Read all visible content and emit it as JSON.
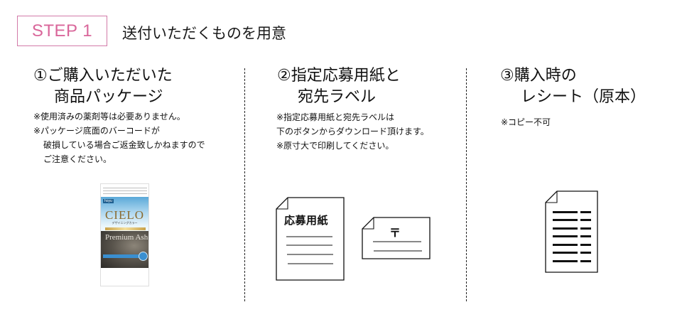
{
  "header": {
    "step_label": "STEP 1",
    "title": "送付いただくものを用意",
    "accent_color": "#d9669a"
  },
  "columns": [
    {
      "heading_line1": "①ご購入いただいた",
      "heading_line2": "商品パッケージ",
      "notes": [
        "※使用済みの薬剤等は必要ありません。",
        "※パッケージ底面のバーコードが",
        "破損している場合ご返金致しかねますので",
        "ご注意ください。"
      ],
      "image": {
        "brand": "CIELO",
        "maker": "hoyu",
        "subtitle": "デザイニングカラー",
        "shade": "Premium Ash"
      }
    },
    {
      "heading_line1": "②指定応募用紙と",
      "heading_line2": "宛先ラベル",
      "notes": [
        "※指定応募用紙と宛先ラベルは",
        "下のボタンからダウンロード頂けます。",
        "※原寸大で印刷してください。"
      ],
      "form_icon_title": "応募用紙",
      "label_icon_symbol": "〒"
    },
    {
      "heading_line1": "③購入時の",
      "heading_line2": "レシート（原本）",
      "notes": [
        "※コピー不可"
      ]
    }
  ]
}
